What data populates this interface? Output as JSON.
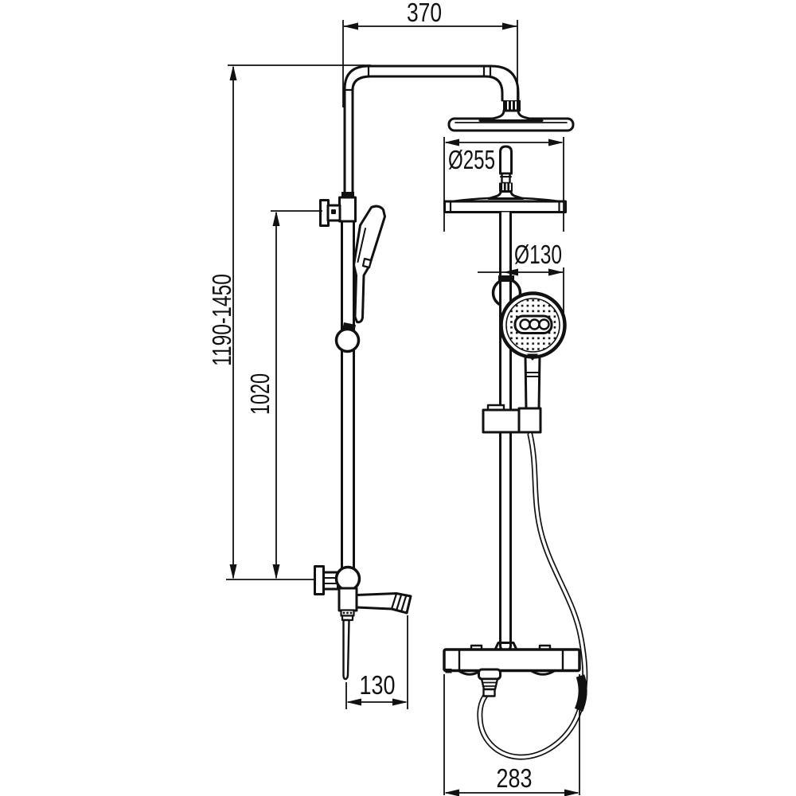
{
  "page": {
    "background": "#ffffff",
    "line_color": "#111111"
  },
  "drawing": {
    "labels": {
      "arm_reach": "370",
      "overhead_diameter": "Ø255",
      "handshower_diameter": "Ø130",
      "height_range": "1190-1450",
      "rail_height": "1020",
      "spout_length": "130",
      "bar_width": "283"
    }
  }
}
